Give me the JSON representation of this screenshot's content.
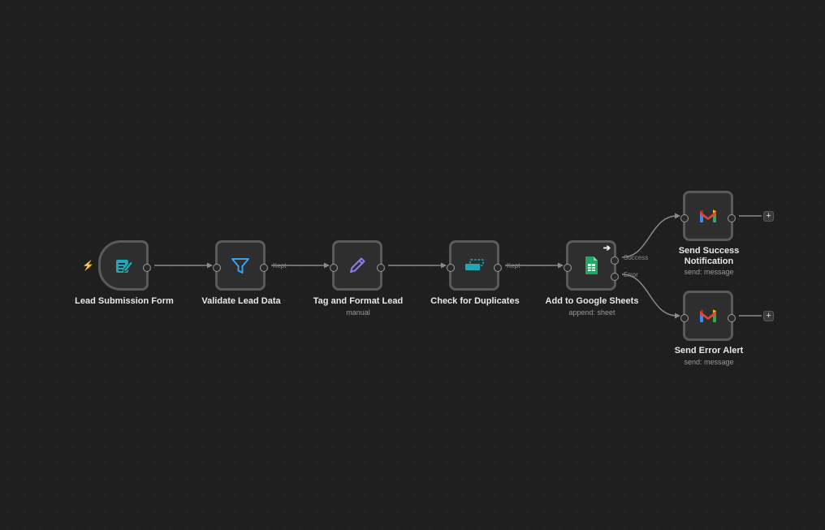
{
  "nodes": {
    "lead_form": {
      "label": "Lead Submission Form",
      "icon": "form-icon"
    },
    "validate": {
      "label": "Validate Lead Data",
      "icon": "filter-icon"
    },
    "tag_format": {
      "label": "Tag and Format Lead",
      "subtitle": "manual",
      "icon": "pencil-icon"
    },
    "duplicates": {
      "label": "Check for Duplicates",
      "icon": "dedupe-icon"
    },
    "sheets": {
      "label": "Add to Google Sheets",
      "subtitle": "append: sheet",
      "icon": "google-sheets-icon"
    },
    "success_notify": {
      "label_line1": "Send Success",
      "label_line2": "Notification",
      "subtitle": "send: message",
      "icon": "gmail-icon"
    },
    "error_alert": {
      "label": "Send Error Alert",
      "subtitle": "send: message",
      "icon": "gmail-icon"
    }
  },
  "edge_labels": {
    "validate_out": "Kept",
    "duplicates_out": "Kept",
    "sheets_success": "Success",
    "sheets_error": "Error"
  },
  "glyphs": {
    "trigger": "⚡",
    "plus": "+",
    "execute_arrow": "➔"
  },
  "colors": {
    "canvas": "#1f1f1f",
    "node_bg": "#2e2e2e",
    "node_border": "#5a5a5a",
    "edge": "#8a8a8a",
    "trigger": "#ff6d5a",
    "teal": "#21a7b5",
    "filter_blue": "#3aa0f0",
    "pencil_purple": "#8b7cf0",
    "sheets_green": "#23a566"
  }
}
